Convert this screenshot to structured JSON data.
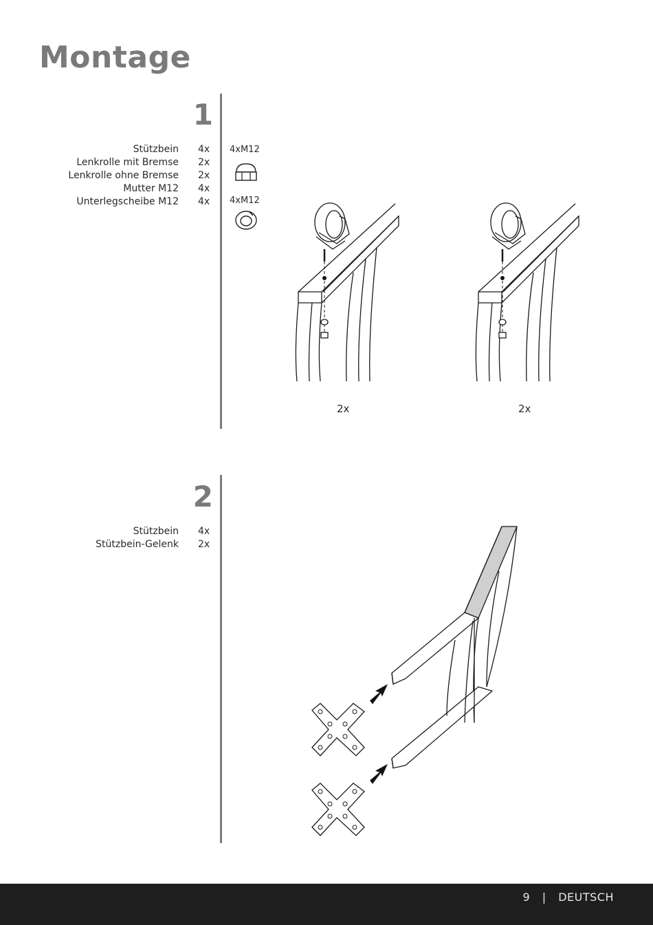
{
  "title": "Montage",
  "step1": {
    "number": "1",
    "parts": [
      {
        "name": "Stützbein",
        "qty": "4x"
      },
      {
        "name": "Lenkrolle mit Bremse",
        "qty": "2x"
      },
      {
        "name": "Lenkrolle ohne Bremse",
        "qty": "2x"
      },
      {
        "name": "Mutter M12",
        "qty": "4x"
      },
      {
        "name": "Unterlegscheibe M12",
        "qty": "4x"
      }
    ],
    "hardware": [
      {
        "label": "4xM12",
        "icon": "cap-nut-icon"
      },
      {
        "label": "4xM12",
        "icon": "washer-icon"
      }
    ],
    "captions": [
      "2x",
      "2x"
    ]
  },
  "step2": {
    "number": "2",
    "parts": [
      {
        "name": "Stützbein",
        "qty": "4x"
      },
      {
        "name": "Stützbein-Gelenk",
        "qty": "2x"
      }
    ]
  },
  "footer": {
    "page_number": "9",
    "separator": "|",
    "language": "DEUTSCH"
  }
}
